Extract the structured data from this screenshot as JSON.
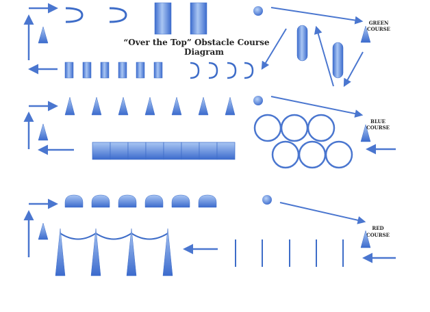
{
  "diagram": {
    "title_line1": "“Over the Top” Obstacle Course",
    "title_line2": "Diagram",
    "courses": [
      {
        "name": "GREEN COURSE",
        "label_line1": "GREEN",
        "label_line2": "COURSE"
      },
      {
        "name": "BLUE COURSE",
        "label_line1": "BLUE",
        "label_line2": "COURSE"
      },
      {
        "name": "RED COURSE",
        "label_line1": "RED",
        "label_line2": "COURSE"
      }
    ]
  },
  "colors": {
    "shape_fill_light": "#9ab9ee",
    "shape_fill_dark": "#3f6fd0",
    "stroke": "#3d6cc8",
    "arrow": "#4a76cf",
    "text": "#222222"
  }
}
